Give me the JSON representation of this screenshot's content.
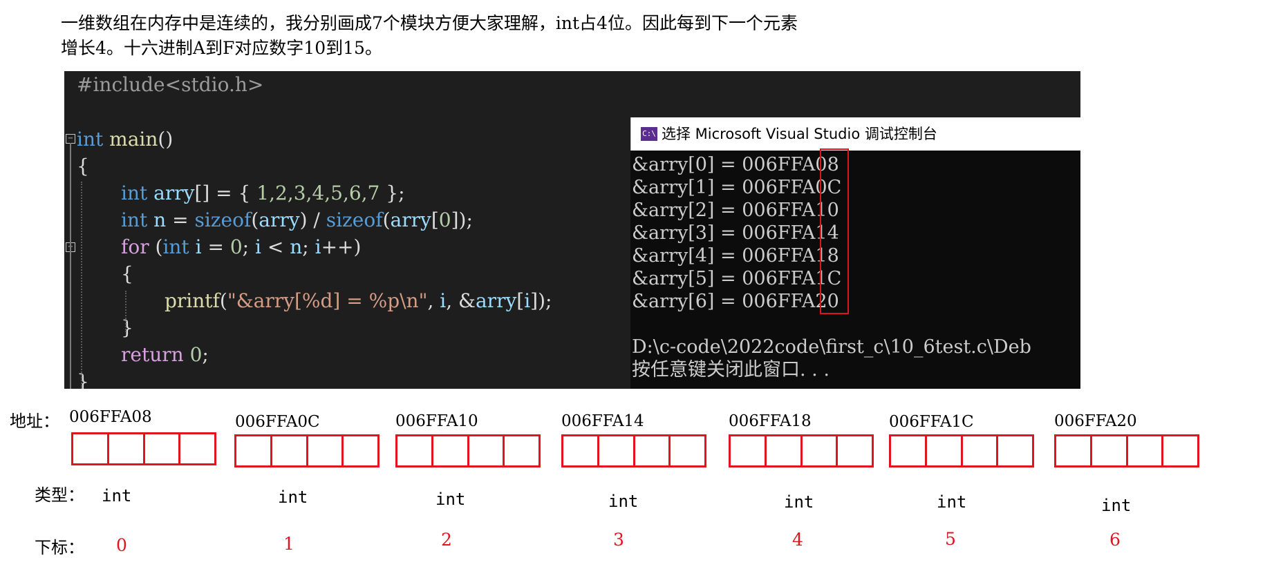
{
  "intro": {
    "line1": "一维数组在内存中是连续的，我分别画成7个模块方便大家理解，int占4位。因此每到下一个元素",
    "line2": "增长4。十六进制A到F对应数字10到15。"
  },
  "code": {
    "include": "#include<stdio.h>",
    "int": "int",
    "main": "main",
    "arry": "arry",
    "n": "n",
    "i": "i",
    "sizeof": "sizeof",
    "for": "for",
    "printf": "printf",
    "return": "return",
    "zero": "0",
    "values": "1,2,3,4,5,6,7",
    "fmt": "\"&arry[%d] = %p\\n\""
  },
  "console": {
    "title": "选择 Microsoft Visual Studio 调试控制台",
    "icon": "C:\\",
    "lines": [
      "&arry[0] = 006FFA08",
      "&arry[1] = 006FFA0C",
      "&arry[2] = 006FFA10",
      "&arry[3] = 006FFA14",
      "&arry[4] = 006FFA18",
      "&arry[5] = 006FFA1C",
      "&arry[6] = 006FFA20"
    ],
    "path": "D:\\c-code\\2022code\\first_c\\10_6test.c\\Deb",
    "press_key": "按任意键关闭此窗口. . ."
  },
  "diagram": {
    "address_label": "地址：",
    "type_label": "类型：",
    "index_label": "下标：",
    "addresses": [
      "006FFA08",
      "006FFA0C",
      "006FFA10",
      "006FFA14",
      "006FFA18",
      "006FFA1C",
      "006FFA20"
    ],
    "types": [
      "int",
      "int",
      "int",
      "int",
      "int",
      "int",
      "int"
    ],
    "indices": [
      "0",
      "1",
      "2",
      "3",
      "4",
      "5",
      "6"
    ]
  },
  "colors": {
    "highlight_red": "#e0141e",
    "editor_bg": "#1e1e1e",
    "console_bg": "#0c0c0c"
  }
}
